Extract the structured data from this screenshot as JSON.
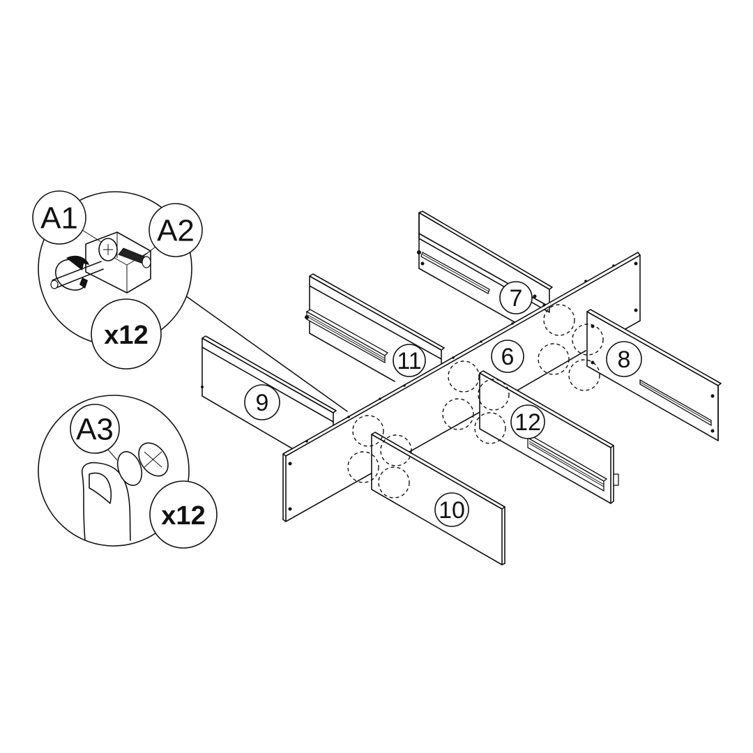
{
  "diagram": {
    "type": "assembly-instruction",
    "parts": [
      {
        "id": "6",
        "label": "6"
      },
      {
        "id": "7",
        "label": "7"
      },
      {
        "id": "8",
        "label": "8"
      },
      {
        "id": "9",
        "label": "9"
      },
      {
        "id": "10",
        "label": "10"
      },
      {
        "id": "11",
        "label": "11"
      },
      {
        "id": "12",
        "label": "12"
      }
    ],
    "callouts": [
      {
        "id": "cam-lock-detail",
        "hardware": [
          "A1",
          "A2"
        ],
        "quantity": "x12"
      },
      {
        "id": "cap-detail",
        "hardware": [
          "A3"
        ],
        "quantity": "x12"
      }
    ],
    "hardware_labels": {
      "a1": "A1",
      "a2": "A2",
      "a3": "A3"
    },
    "quantities": {
      "cam_lock": "x12",
      "cap": "x12"
    }
  }
}
